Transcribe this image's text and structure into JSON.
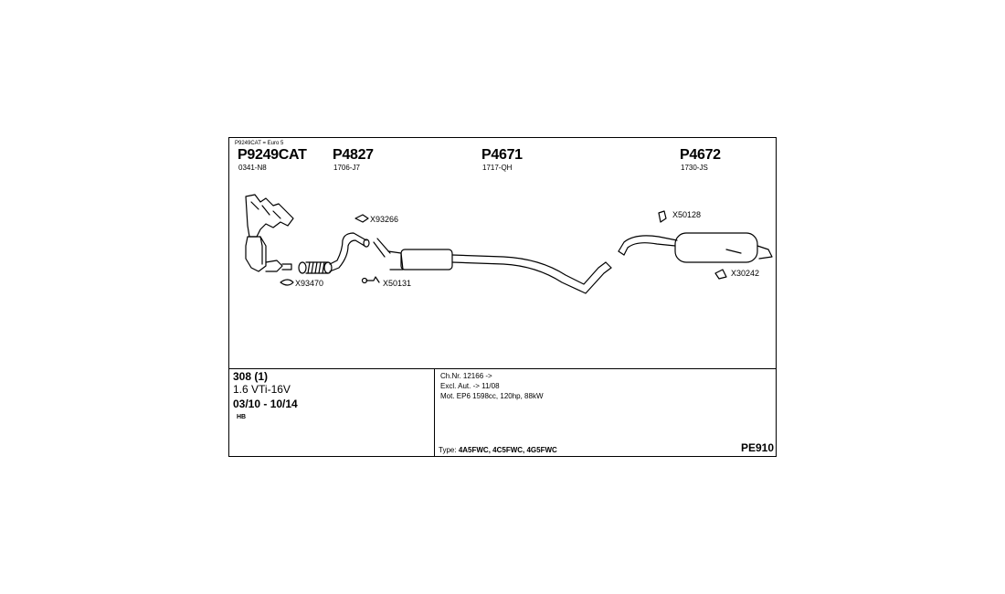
{
  "header_note": "P9249CAT = Euro 5",
  "parts": [
    {
      "number": "P9249CAT",
      "ref": "0341-N8"
    },
    {
      "number": "P4827",
      "ref": "1706-J7"
    },
    {
      "number": "P4671",
      "ref": "1717-QH"
    },
    {
      "number": "P4672",
      "ref": "1730-JS"
    }
  ],
  "clips": [
    "X93266",
    "X93470",
    "X50131",
    "X50128",
    "X30242"
  ],
  "vehicle": {
    "model": "308 (1)",
    "engine": "1.6 VTi-16V",
    "years": "03/10 - 10/14",
    "body": "HB"
  },
  "specs": [
    "Ch.Nr. 12166 ->",
    "Excl. Aut. -> 11/08",
    "Mot. EP6 1598cc, 120hp, 88kW"
  ],
  "type_label": "Type:",
  "type_codes": "4A5FWC, 4C5FWC, 4G5FWC",
  "catalog_code": "PE910"
}
